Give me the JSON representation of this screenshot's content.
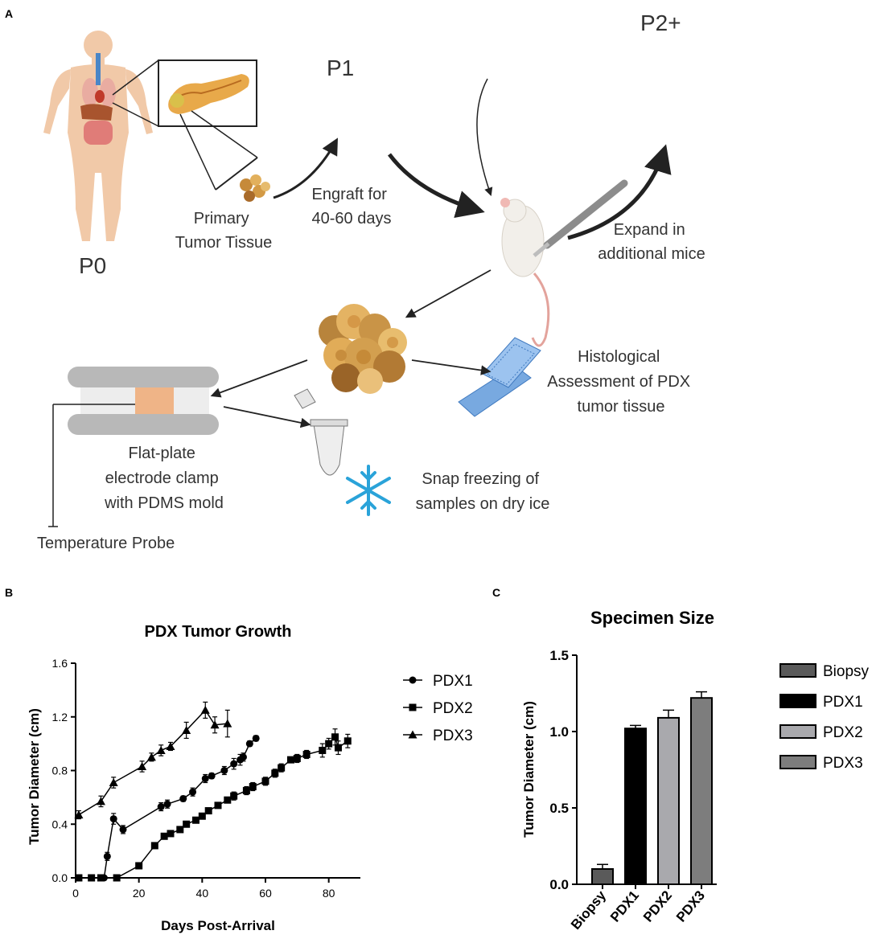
{
  "panel_labels": {
    "a": "A",
    "b": "B",
    "c": "C"
  },
  "schematic": {
    "p0": "P0",
    "p1": "P1",
    "p2": "P2+",
    "primary_tumor": [
      "Primary",
      "Tumor Tissue"
    ],
    "engraft": [
      "Engraft for",
      "40-60 days"
    ],
    "expand": [
      "Expand in",
      "additional mice"
    ],
    "histology": [
      "Histological",
      "Assessment of PDX",
      "tumor tissue"
    ],
    "clamp": [
      "Flat-plate",
      "electrode clamp",
      "with PDMS mold"
    ],
    "snap_freeze": [
      "Snap freezing of",
      "samples on dry ice"
    ],
    "temp_probe": "Temperature Probe"
  },
  "chart_data": [
    {
      "type": "line",
      "title": "PDX Tumor  Growth",
      "xlabel": "Days Post-Arrival",
      "ylabel": "Tumor  Diameter (cm)",
      "xlim": [
        0,
        90
      ],
      "ylim": [
        0,
        1.6
      ],
      "xticks": [
        "0",
        "20",
        "40",
        "60",
        "80"
      ],
      "yticks": [
        "0.0",
        "0.4",
        "0.8",
        "1.2",
        "1.6"
      ],
      "legend_position": "right",
      "series": [
        {
          "name": "PDX1",
          "marker": "circle",
          "points": [
            [
              1,
              0
            ],
            [
              5,
              0
            ],
            [
              9,
              0
            ],
            [
              10,
              0.16
            ],
            [
              12,
              0.44
            ],
            [
              15,
              0.36
            ],
            [
              27,
              0.53
            ],
            [
              29,
              0.55
            ],
            [
              34,
              0.59
            ],
            [
              37,
              0.64
            ],
            [
              41,
              0.74
            ],
            [
              43,
              0.76
            ],
            [
              47,
              0.8
            ],
            [
              50,
              0.85
            ],
            [
              52,
              0.88
            ],
            [
              53,
              0.9
            ],
            [
              55,
              1.0
            ],
            [
              57,
              1.04
            ]
          ],
          "err": [
            0,
            0,
            0,
            0.03,
            0.04,
            0.03,
            0.03,
            0.03,
            0.02,
            0.03,
            0.03,
            0.02,
            0.03,
            0.04,
            0.04,
            0.03,
            0.02,
            0.02
          ]
        },
        {
          "name": "PDX2",
          "marker": "square",
          "points": [
            [
              1,
              0
            ],
            [
              5,
              0
            ],
            [
              8,
              0
            ],
            [
              13,
              0
            ],
            [
              20,
              0.09
            ],
            [
              25,
              0.24
            ],
            [
              28,
              0.31
            ],
            [
              30,
              0.33
            ],
            [
              33,
              0.36
            ],
            [
              35,
              0.4
            ],
            [
              38,
              0.43
            ],
            [
              40,
              0.46
            ],
            [
              42,
              0.5
            ],
            [
              45,
              0.54
            ],
            [
              48,
              0.58
            ],
            [
              50,
              0.61
            ],
            [
              54,
              0.65
            ],
            [
              56,
              0.68
            ],
            [
              60,
              0.72
            ],
            [
              63,
              0.78
            ],
            [
              65,
              0.82
            ],
            [
              68,
              0.88
            ],
            [
              70,
              0.89
            ],
            [
              73,
              0.92
            ],
            [
              78,
              0.95
            ],
            [
              80,
              1.0
            ],
            [
              82,
              1.05
            ],
            [
              83,
              0.97
            ],
            [
              86,
              1.02
            ]
          ],
          "err": [
            0,
            0,
            0,
            0,
            0.02,
            0.02,
            0.02,
            0.02,
            0.02,
            0.02,
            0.02,
            0.02,
            0.02,
            0.02,
            0.02,
            0.03,
            0.03,
            0.03,
            0.03,
            0.03,
            0.03,
            0.02,
            0.03,
            0.03,
            0.05,
            0.04,
            0.06,
            0.05,
            0.05
          ]
        },
        {
          "name": "PDX3",
          "marker": "triangle",
          "points": [
            [
              1,
              0.47
            ],
            [
              8,
              0.57
            ],
            [
              12,
              0.71
            ],
            [
              21,
              0.83
            ],
            [
              24,
              0.9
            ],
            [
              27,
              0.95
            ],
            [
              30,
              0.98
            ],
            [
              35,
              1.1
            ],
            [
              41,
              1.25
            ],
            [
              44,
              1.14
            ],
            [
              48,
              1.15
            ]
          ],
          "err": [
            0.03,
            0.04,
            0.04,
            0.04,
            0.03,
            0.04,
            0.03,
            0.06,
            0.06,
            0.06,
            0.1
          ]
        }
      ]
    },
    {
      "type": "bar",
      "title": "Specimen Size",
      "xlabel": "",
      "ylabel": "Tumor Diameter (cm)",
      "ylim": [
        0,
        1.5
      ],
      "yticks": [
        "0.0",
        "0.5",
        "1.0",
        "1.5"
      ],
      "categories": [
        "Biopsy",
        "PDX1",
        "PDX2",
        "PDX3"
      ],
      "values": [
        0.1,
        1.02,
        1.09,
        1.22
      ],
      "err": [
        0.03,
        0.02,
        0.05,
        0.04
      ],
      "colors": [
        "#5a5a5a",
        "#000000",
        "#a9a9ad",
        "#7d7d7d"
      ],
      "legend_position": "right",
      "legend": [
        "Biopsy",
        "PDX1",
        "PDX2",
        "PDX3"
      ]
    }
  ]
}
